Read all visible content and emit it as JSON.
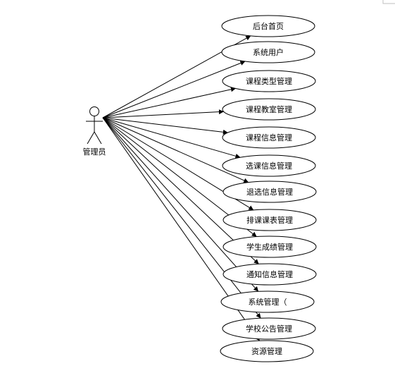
{
  "diagram": {
    "actor": {
      "label": "管理员"
    },
    "use_cases": [
      {
        "label": "后台首页"
      },
      {
        "label": "系统用户"
      },
      {
        "label": "课程类型管理"
      },
      {
        "label": "课程教室管理"
      },
      {
        "label": "课程信息管理"
      },
      {
        "label": "选课信息管理"
      },
      {
        "label": "退选信息管理"
      },
      {
        "label": "排课课表管理"
      },
      {
        "label": "学生成绩管理"
      },
      {
        "label": "通知信息管理"
      },
      {
        "label": "系统管理（"
      },
      {
        "label": "学校公告管理"
      },
      {
        "label": "资源管理"
      }
    ]
  },
  "colors": {
    "line": "#000000",
    "fill": "#ffffff",
    "background": "#ffffff",
    "corner_mark": "#bfbfbf"
  }
}
